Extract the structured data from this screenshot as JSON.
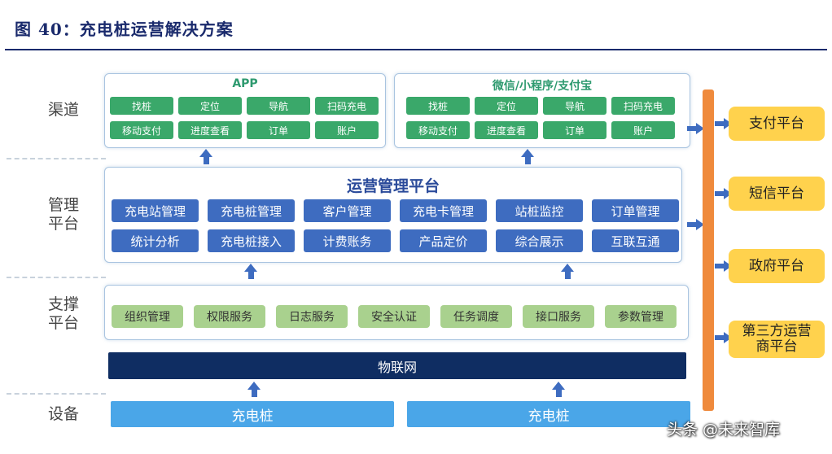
{
  "title": "图 40：充电桩运营解决方案",
  "row_labels": {
    "channel": "渠道",
    "management": "管理\n平台",
    "support": "支撑\n平台",
    "device": "设备"
  },
  "channels": [
    {
      "title": "APP",
      "items": [
        "找桩",
        "定位",
        "导航",
        "扫码充电",
        "移动支付",
        "进度查看",
        "订单",
        "账户"
      ]
    },
    {
      "title": "微信/小程序/支付宝",
      "items": [
        "找桩",
        "定位",
        "导航",
        "扫码充电",
        "移动支付",
        "进度查看",
        "订单",
        "账户"
      ]
    }
  ],
  "management": {
    "title": "运营管理平台",
    "row1": [
      "充电站管理",
      "充电桩管理",
      "客户管理",
      "充电卡管理",
      "站桩监控",
      "订单管理"
    ],
    "row2": [
      "统计分析",
      "充电桩接入",
      "计费账务",
      "产品定价",
      "综合展示",
      "互联互通"
    ]
  },
  "support": {
    "items": [
      "组织管理",
      "权限服务",
      "日志服务",
      "安全认证",
      "任务调度",
      "接口服务",
      "参数管理"
    ]
  },
  "iot": "物联网",
  "devices": [
    "充电桩",
    "充电桩"
  ],
  "platforms": [
    "支付平台",
    "短信平台",
    "政府平台",
    "第三方运营商平台"
  ],
  "watermark": "头条 @未来智库",
  "colors": {
    "title": "#1a2a6c",
    "channel_button": "#3aa86a",
    "management_button": "#3e6cc0",
    "support_button": "#a9d18e",
    "iot_bar": "#0f2d62",
    "device_bar": "#4aa6e8",
    "connector_bar": "#ef8a3c",
    "platform_box": "#ffd24d"
  }
}
